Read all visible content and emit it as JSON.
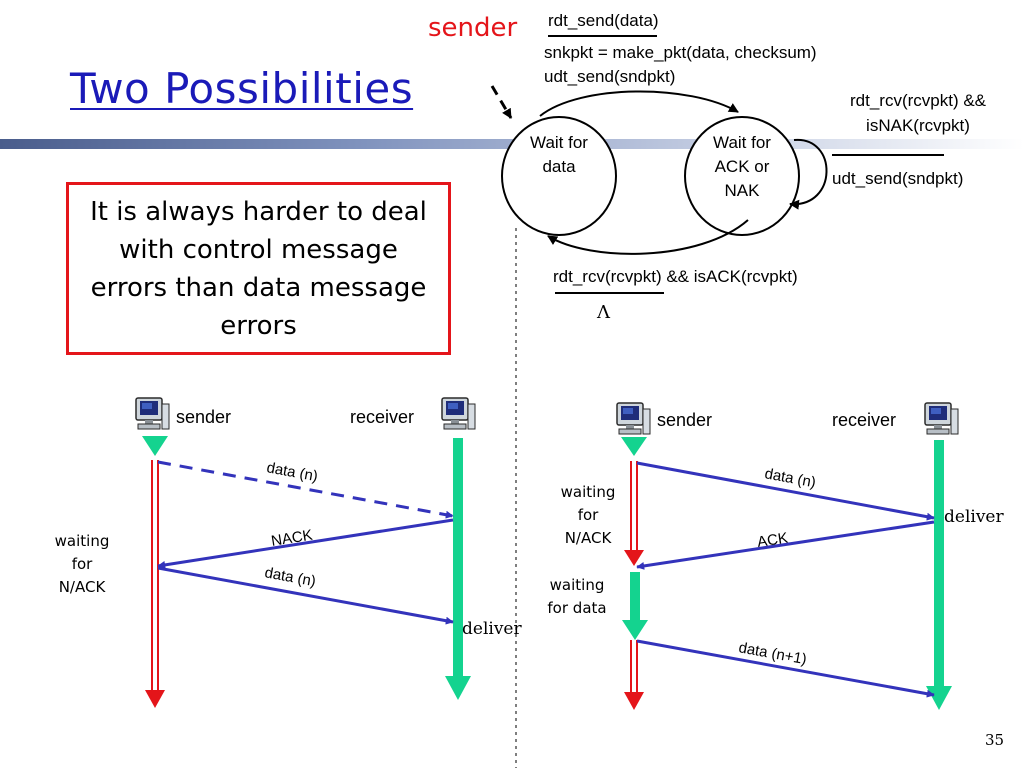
{
  "slide": {
    "title": "Two Possibilities",
    "callout_text": "It is always harder to deal with control message errors than data message errors",
    "page_number": "35"
  },
  "fsm": {
    "role_label": "sender",
    "init_event": "rdt_send(data)",
    "init_action_1": "snkpkt = make_pkt(data, checksum)",
    "init_action_2": "udt_send(sndpkt)",
    "state_wait_data_1": "Wait for",
    "state_wait_data_2": "data",
    "state_wait_ack_1": "Wait for",
    "state_wait_ack_2": "ACK or",
    "state_wait_ack_3": "NAK",
    "nak_event_1": "rdt_rcv(rcvpkt) &&",
    "nak_event_2": "isNAK(rcvpkt)",
    "nak_action": "udt_send(sndpkt)",
    "ack_event": "rdt_rcv(rcvpkt) && isACK(rcvpkt)",
    "ack_action": "Λ"
  },
  "left_timeline": {
    "sender_label": "sender",
    "receiver_label": "receiver",
    "msg_1": "data (n)",
    "msg_2": "NACK",
    "msg_3": "data (n)",
    "waiting_1": "waiting",
    "waiting_2": "for",
    "waiting_3": "N/ACK",
    "deliver": "deliver"
  },
  "right_timeline": {
    "sender_label": "sender",
    "receiver_label": "receiver",
    "msg_1": "data (n)",
    "msg_2": "ACK",
    "msg_3": "data (n+1)",
    "waiting_ack_1": "waiting",
    "waiting_ack_2": "for",
    "waiting_ack_3": "N/ACK",
    "waiting_data_1": "waiting",
    "waiting_data_2": "for data",
    "deliver": "deliver"
  },
  "colors": {
    "title": "#1a1ab8",
    "accent_red": "#e4151a",
    "arrow_blue": "#3333bb",
    "receiver_green": "#14d38f",
    "sender_red": "#e4151a"
  },
  "icons": [
    "computer-icon"
  ]
}
